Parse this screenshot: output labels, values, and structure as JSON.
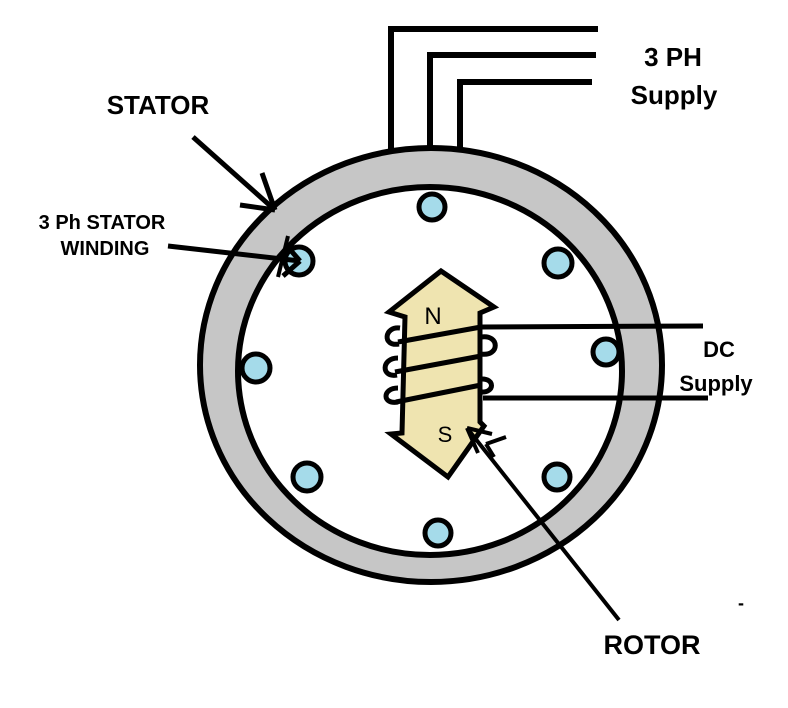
{
  "labels": {
    "stator": "STATOR",
    "stator_winding_line1": "3 Ph STATOR",
    "stator_winding_line2": "WINDING",
    "three_phase_line1": "3 PH",
    "three_phase_line2": "Supply",
    "dc_supply_line1": "DC",
    "dc_supply_line2": "Supply",
    "rotor": "ROTOR",
    "pole_north": "N",
    "pole_south": "S",
    "stray_dash": "-"
  },
  "colors": {
    "background": "#FFFFFF",
    "stator_ring": "#C6C6C6",
    "winding_slot": "#A5DBEA",
    "rotor_body": "#EFE4B0",
    "outline": "#000000"
  }
}
